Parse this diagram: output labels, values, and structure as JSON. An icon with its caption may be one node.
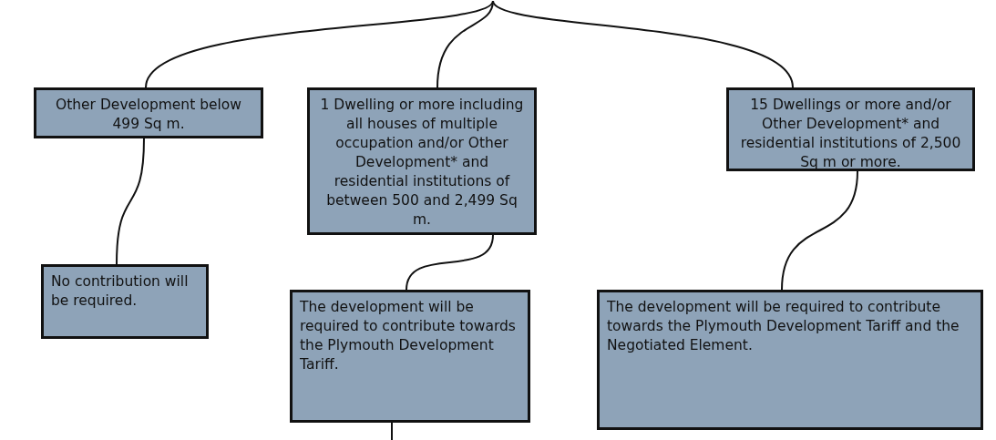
{
  "diagram": {
    "nodes": [
      {
        "text": [
          "Other Development below 499 Sq m."
        ]
      },
      {
        "text": [
          "1 Dwelling or more including all houses of multiple occupation and/or Other Development* and residential institutions of between 500 and 2,499 Sq m."
        ]
      },
      {
        "text": [
          "15 Dwellings or more and/or Other Development* and residential institutions of 2,500 Sq m or more."
        ]
      },
      {
        "text": [
          "No contribution will be required."
        ]
      },
      {
        "text": [
          "The development will be required to contribute towards the Plymouth Development Tariff."
        ]
      },
      {
        "text": [
          "The development will be required to contribute towards the Plymouth Development Tariff and the Negotiated Element."
        ]
      }
    ],
    "edges": [
      {
        "from": null,
        "to": 0,
        "arrow": "none"
      },
      {
        "from": null,
        "to": 1,
        "arrow": "none"
      },
      {
        "from": null,
        "to": 2,
        "arrow": "none"
      },
      {
        "from": 0,
        "to": 3,
        "arrow": "none"
      },
      {
        "from": 1,
        "to": 4,
        "arrow": "none"
      },
      {
        "from": 2,
        "to": 5,
        "arrow": "none"
      },
      {
        "from": 4,
        "to": null,
        "arrow": "none"
      }
    ]
  }
}
